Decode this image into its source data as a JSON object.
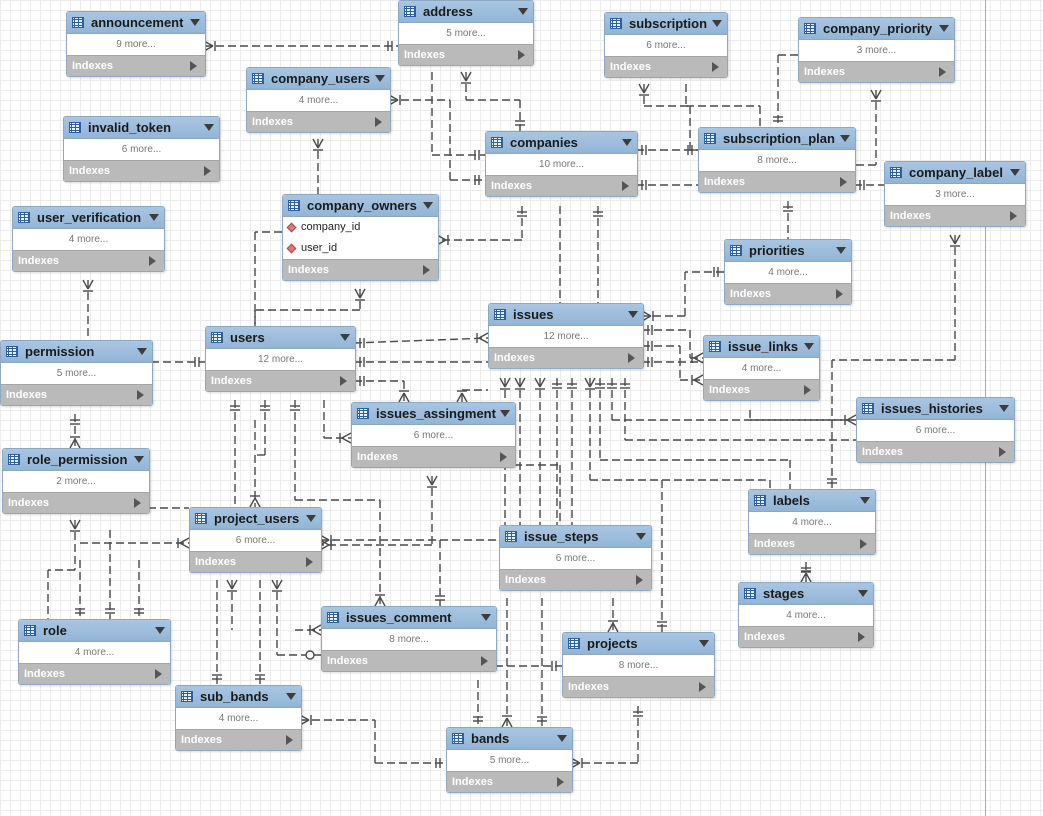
{
  "tables": [
    {
      "id": "announcement",
      "name": "announcement",
      "more": "9 more...",
      "indexes": "Indexes"
    },
    {
      "id": "address",
      "name": "address",
      "more": "5 more...",
      "indexes": "Indexes"
    },
    {
      "id": "subscription",
      "name": "subscription",
      "more": "6 more...",
      "indexes": "Indexes"
    },
    {
      "id": "company_priority",
      "name": "company_priority",
      "more": "3 more...",
      "indexes": "Indexes"
    },
    {
      "id": "company_users",
      "name": "company_users",
      "more": "4 more...",
      "indexes": "Indexes"
    },
    {
      "id": "invalid_token",
      "name": "invalid_token",
      "more": "6 more...",
      "indexes": "Indexes"
    },
    {
      "id": "companies",
      "name": "companies",
      "more": "10 more...",
      "indexes": "Indexes"
    },
    {
      "id": "subscription_plan",
      "name": "subscription_plan",
      "more": "8 more...",
      "indexes": "Indexes"
    },
    {
      "id": "company_label",
      "name": "company_label",
      "more": "3 more...",
      "indexes": "Indexes"
    },
    {
      "id": "user_verification",
      "name": "user_verification",
      "more": "4 more...",
      "indexes": "Indexes"
    },
    {
      "id": "company_owners",
      "name": "company_owners",
      "columns": [
        "company_id",
        "user_id"
      ],
      "indexes": "Indexes"
    },
    {
      "id": "priorities",
      "name": "priorities",
      "more": "4 more...",
      "indexes": "Indexes"
    },
    {
      "id": "permission",
      "name": "permission",
      "more": "5 more...",
      "indexes": "Indexes"
    },
    {
      "id": "users",
      "name": "users",
      "more": "12 more...",
      "indexes": "Indexes"
    },
    {
      "id": "issues",
      "name": "issues",
      "more": "12 more...",
      "indexes": "Indexes"
    },
    {
      "id": "issue_links",
      "name": "issue_links",
      "more": "4 more...",
      "indexes": "Indexes"
    },
    {
      "id": "issues_assingment",
      "name": "issues_assingment",
      "more": "6 more...",
      "indexes": "Indexes"
    },
    {
      "id": "issues_histories",
      "name": "issues_histories",
      "more": "6 more...",
      "indexes": "Indexes"
    },
    {
      "id": "role_permission",
      "name": "role_permission",
      "more": "2 more...",
      "indexes": "Indexes"
    },
    {
      "id": "labels",
      "name": "labels",
      "more": "4 more...",
      "indexes": "Indexes"
    },
    {
      "id": "project_users",
      "name": "project_users",
      "more": "6 more...",
      "indexes": "Indexes"
    },
    {
      "id": "issue_steps",
      "name": "issue_steps",
      "more": "6 more...",
      "indexes": "Indexes"
    },
    {
      "id": "stages",
      "name": "stages",
      "more": "4 more...",
      "indexes": "Indexes"
    },
    {
      "id": "role",
      "name": "role",
      "more": "4 more...",
      "indexes": "Indexes"
    },
    {
      "id": "issues_comment",
      "name": "issues_comment",
      "more": "8 more...",
      "indexes": "Indexes"
    },
    {
      "id": "projects",
      "name": "projects",
      "more": "8 more...",
      "indexes": "Indexes"
    },
    {
      "id": "sub_bands",
      "name": "sub_bands",
      "more": "4 more...",
      "indexes": "Indexes"
    },
    {
      "id": "bands",
      "name": "bands",
      "more": "5 more...",
      "indexes": "Indexes"
    }
  ]
}
